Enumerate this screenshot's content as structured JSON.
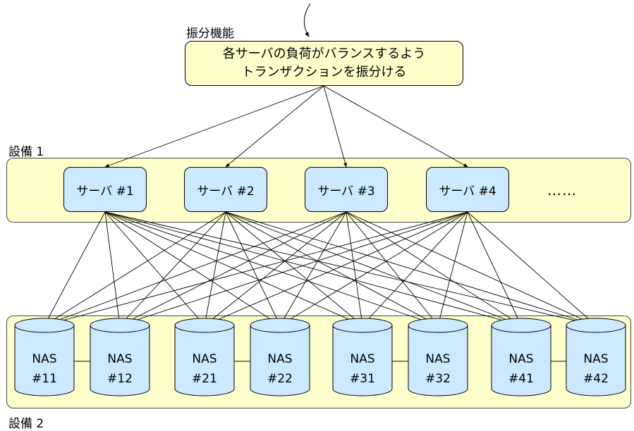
{
  "dispatch": {
    "label": "振分機能",
    "lines": [
      "各サーバの負荷がバランスするよう",
      "トランザクションを振分ける"
    ]
  },
  "group1": {
    "label": "設備 1"
  },
  "group2": {
    "label": "設備 2"
  },
  "servers": [
    "サーバ #1",
    "サーバ #2",
    "サーバ #3",
    "サーバ #4"
  ],
  "ellipsis": "……",
  "nas": [
    {
      "name": "NAS",
      "num": "#11"
    },
    {
      "name": "NAS",
      "num": "#12"
    },
    {
      "name": "NAS",
      "num": "#21"
    },
    {
      "name": "NAS",
      "num": "#22"
    },
    {
      "name": "NAS",
      "num": "#31"
    },
    {
      "name": "NAS",
      "num": "#32"
    },
    {
      "name": "NAS",
      "num": "#41"
    },
    {
      "name": "NAS",
      "num": "#42"
    }
  ],
  "colors": {
    "box_fill": "#ffffcc",
    "server_fill": "#cce9ff",
    "nas_fill": "#cce9ff",
    "line": "#000000"
  }
}
